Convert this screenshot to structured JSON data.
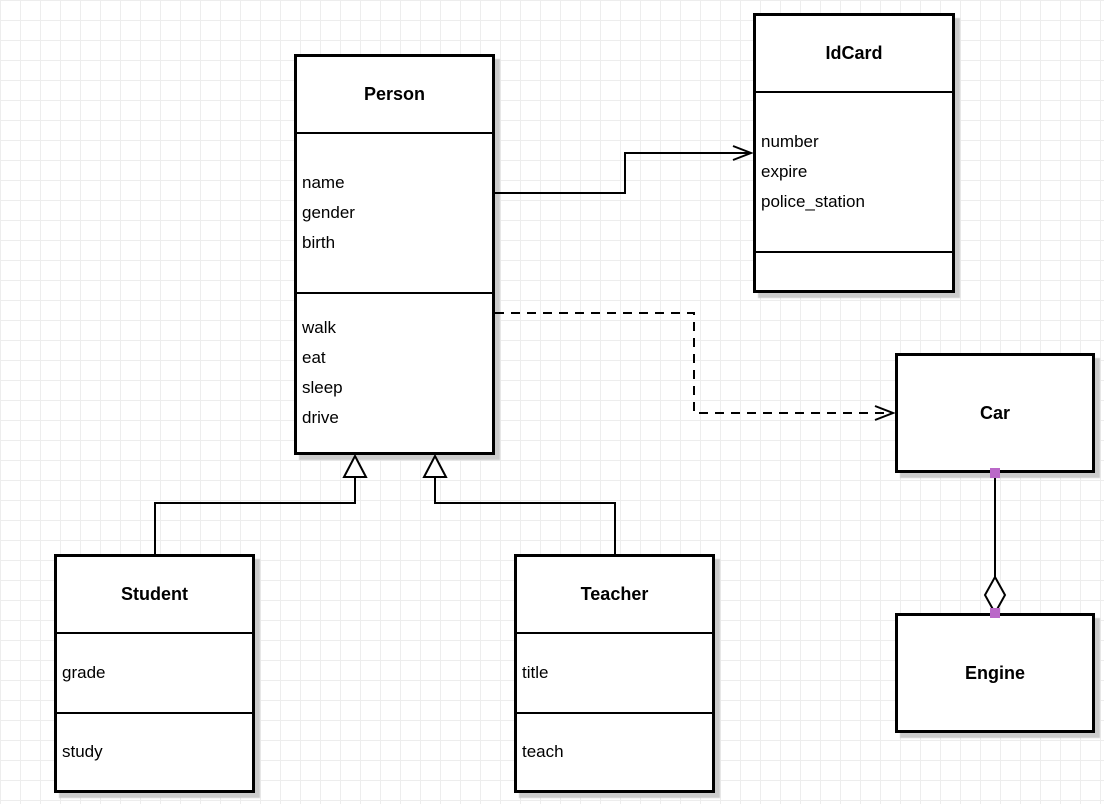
{
  "diagram": {
    "classes": [
      {
        "name": "Person",
        "attributes": [
          "name",
          "gender",
          "birth"
        ],
        "methods": [
          "walk",
          "eat",
          "sleep",
          "drive"
        ]
      },
      {
        "name": "IdCard",
        "attributes": [
          "number",
          "expire",
          "police_station"
        ],
        "methods": []
      },
      {
        "name": "Car",
        "attributes": [],
        "methods": []
      },
      {
        "name": "Engine",
        "attributes": [],
        "methods": []
      },
      {
        "name": "Student",
        "attributes": [
          "grade"
        ],
        "methods": [
          "study"
        ]
      },
      {
        "name": "Teacher",
        "attributes": [
          "title"
        ],
        "methods": [
          "teach"
        ]
      }
    ],
    "relationships": [
      {
        "from": "Person",
        "to": "IdCard",
        "type": "association",
        "line": "solid",
        "arrow": "open-arrow"
      },
      {
        "from": "Person",
        "to": "Car",
        "type": "dependency",
        "line": "dashed",
        "arrow": "open-arrow"
      },
      {
        "from": "Student",
        "to": "Person",
        "type": "generalization",
        "line": "solid",
        "arrow": "hollow-triangle"
      },
      {
        "from": "Teacher",
        "to": "Person",
        "type": "generalization",
        "line": "solid",
        "arrow": "hollow-triangle"
      },
      {
        "from": "Car",
        "to": "Engine",
        "type": "aggregation",
        "line": "solid",
        "arrow": "hollow-diamond"
      }
    ]
  },
  "colors": {
    "shape_stroke": "#000000",
    "shape_fill": "#ffffff",
    "shadow": "#cccccc",
    "grid_line": "#ededed",
    "canvas_background": "#ffffff",
    "endpoint_handle": "#ba68c8"
  }
}
